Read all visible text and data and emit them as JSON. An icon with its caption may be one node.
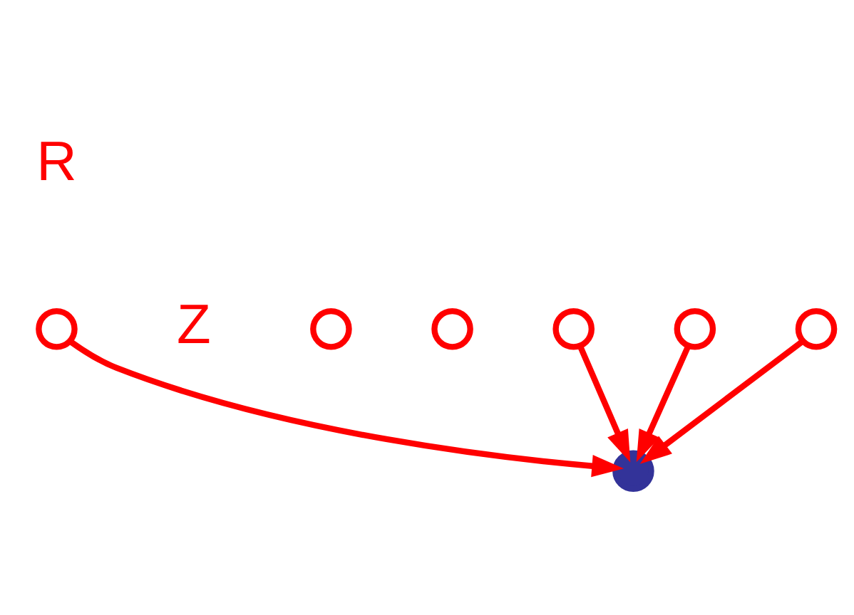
{
  "diagram": {
    "nodes": [
      {
        "text": [],
        "shape": "circle"
      },
      {
        "text": [],
        "shape": "circle"
      },
      {
        "text": [],
        "shape": "circle"
      },
      {
        "text": [],
        "shape": "circle"
      },
      {
        "text": [],
        "shape": "circle"
      },
      {
        "text": [],
        "shape": "circle"
      },
      {
        "text": [],
        "shape": "circle"
      }
    ],
    "edges": [
      {
        "from": 3,
        "to": 6,
        "arrow": "to"
      },
      {
        "from": 4,
        "to": 6,
        "arrow": "to"
      },
      {
        "from": 0,
        "to": 6,
        "arrow": "to"
      },
      {
        "from": 5,
        "to": 6,
        "arrow": "to"
      }
    ],
    "labels": [
      "R",
      "Z"
    ]
  }
}
